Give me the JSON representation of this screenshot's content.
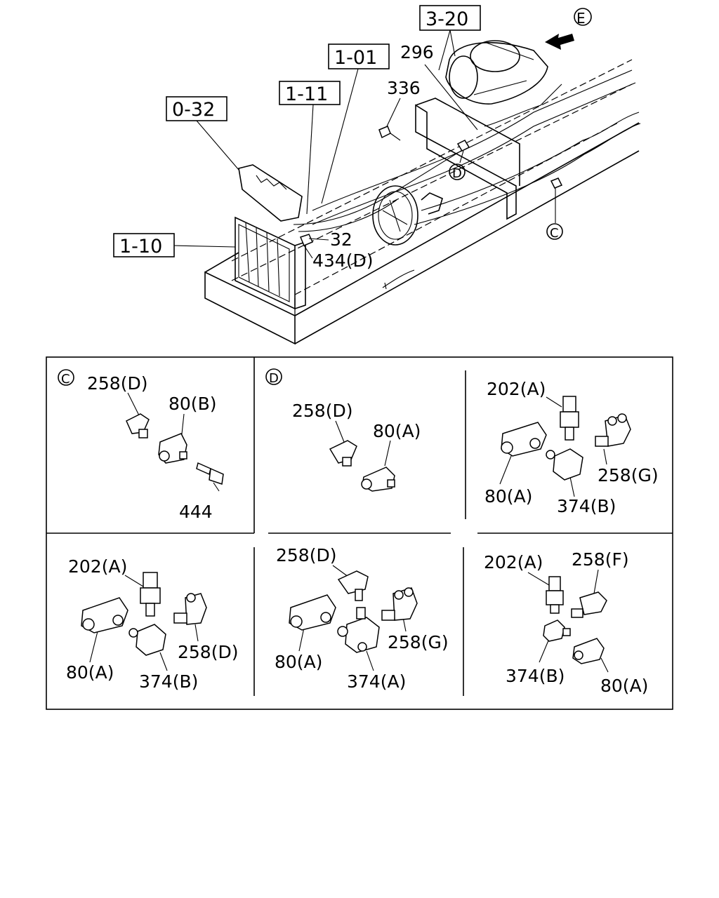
{
  "top": {
    "ref_boxes": [
      "3-20",
      "1-01",
      "1-11",
      "0-32",
      "1-10"
    ],
    "view_marker": "E",
    "callouts": [
      "296",
      "336",
      "32",
      "434(D)"
    ],
    "circle_refs": [
      "D",
      "C"
    ]
  },
  "panels": [
    {
      "marker": "C",
      "labels": [
        "258(D)",
        "80(B)",
        "444"
      ]
    },
    {
      "marker": "D",
      "labels": [
        "258(D)",
        "80(A)"
      ]
    },
    {
      "labels": [
        "202(A)",
        "258(G)",
        "80(A)",
        "374(B)"
      ]
    },
    {
      "labels": [
        "202(A)",
        "258(D)",
        "80(A)",
        "374(B)"
      ]
    },
    {
      "labels": [
        "258(D)",
        "258(G)",
        "80(A)",
        "374(A)"
      ]
    },
    {
      "labels": [
        "202(A)",
        "258(F)",
        "374(B)",
        "80(A)"
      ]
    }
  ]
}
